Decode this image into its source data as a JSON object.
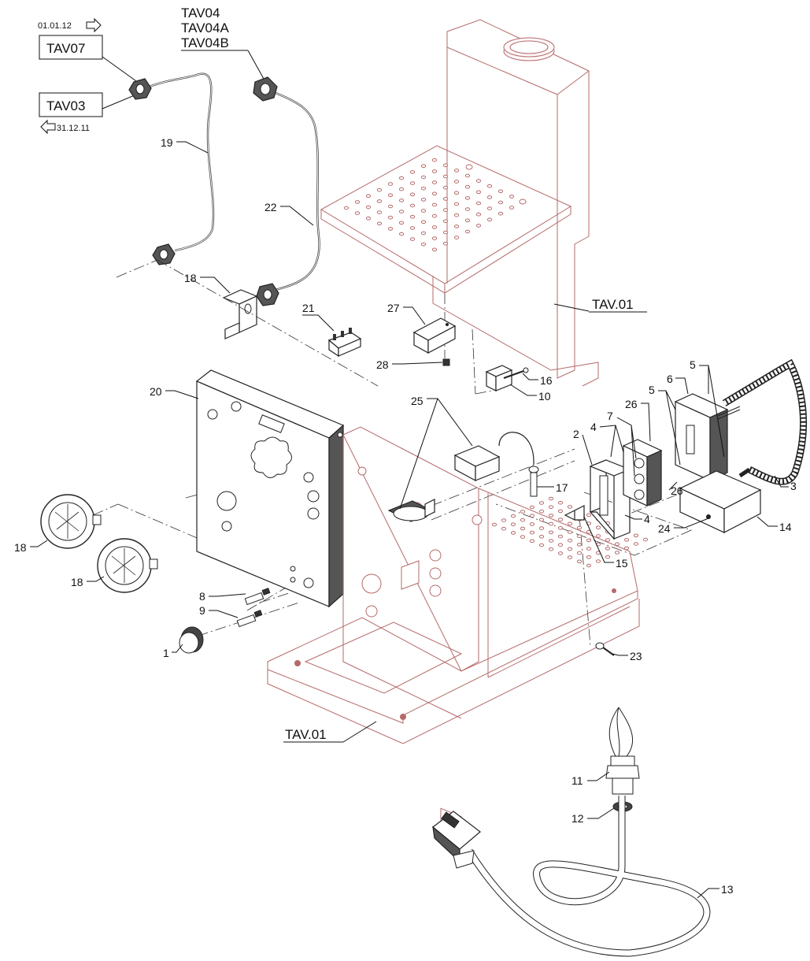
{
  "colors": {
    "frame": "#b56a6a",
    "ink": "#111111",
    "frame_fill": "#fbf4f4"
  },
  "revision": {
    "from_date": "01.01.12",
    "to_date": "31.12.11"
  },
  "model_tags": {
    "boxed_top": "TAV07",
    "boxed_bottom": "TAV03",
    "header": [
      "TAV04",
      "TAV04A",
      "TAV04B"
    ]
  },
  "assembly_refs": {
    "upper": "TAV.01",
    "lower": "TAV.01"
  },
  "callouts": {
    "p1": "1",
    "p2": "2",
    "p3": "3",
    "p4a": "4",
    "p4b": "4",
    "p5a": "5",
    "p5b": "5",
    "p6": "6",
    "p7": "7",
    "p8": "8",
    "p9": "9",
    "p10": "10",
    "p11": "11",
    "p12": "12",
    "p13": "13",
    "p14": "14",
    "p15": "15",
    "p16": "16",
    "p17": "17",
    "p18a": "18",
    "p18b": "18",
    "p18c": "18",
    "p19": "19",
    "p20": "20",
    "p21": "21",
    "p22": "22",
    "p23": "23",
    "p24": "24",
    "p25": "25",
    "p26a": "26",
    "p26b": "26",
    "p27": "27",
    "p28": "28"
  }
}
